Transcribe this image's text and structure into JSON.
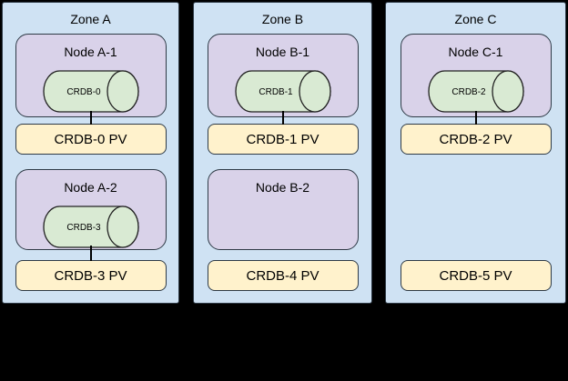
{
  "colors": {
    "background": "#000000",
    "zone_fill": "#cfe2f3",
    "node_fill": "#d9d2e9",
    "db_fill": "#d9ead3",
    "pv_fill": "#fff2cc",
    "border": "#2e3a46"
  },
  "zones": [
    {
      "label": "Zone A",
      "nodes": [
        {
          "label": "Node A-1",
          "db": "CRDB-0"
        },
        {
          "label": "Node A-2",
          "db": "CRDB-3"
        }
      ],
      "pvs": [
        "CRDB-0 PV",
        "CRDB-3 PV"
      ]
    },
    {
      "label": "Zone B",
      "nodes": [
        {
          "label": "Node B-1",
          "db": "CRDB-1"
        },
        {
          "label": "Node B-2"
        }
      ],
      "pvs": [
        "CRDB-1 PV",
        "CRDB-4 PV"
      ]
    },
    {
      "label": "Zone C",
      "nodes": [
        {
          "label": "Node C-1",
          "db": "CRDB-2"
        }
      ],
      "pvs": [
        "CRDB-2 PV",
        "CRDB-5 PV"
      ]
    }
  ]
}
